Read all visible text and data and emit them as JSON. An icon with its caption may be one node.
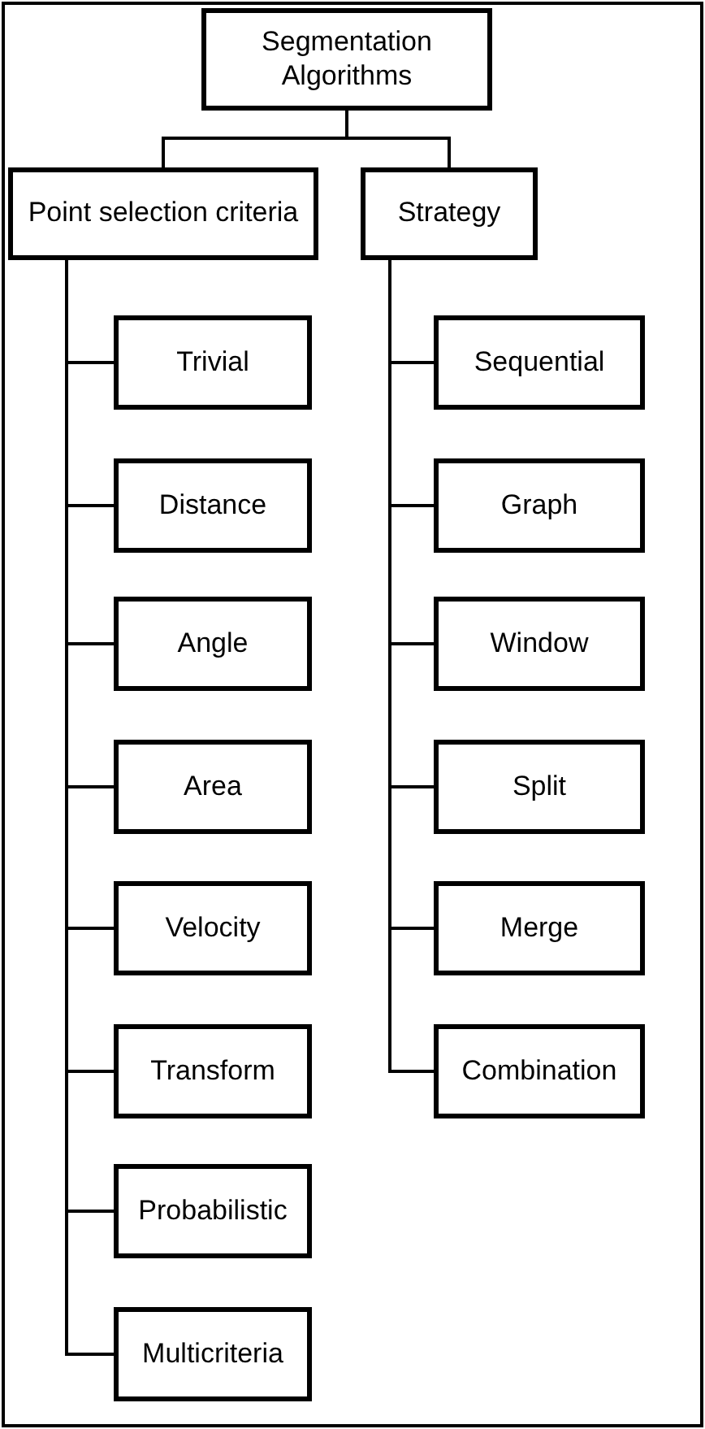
{
  "diagram": {
    "nodes": [
      {
        "text": [
          "Segmentation Algorithms"
        ]
      },
      {
        "text": [
          "Point selection criteria"
        ]
      },
      {
        "text": [
          "Strategy"
        ]
      },
      {
        "text": [
          "Trivial"
        ]
      },
      {
        "text": [
          "Distance"
        ]
      },
      {
        "text": [
          "Angle"
        ]
      },
      {
        "text": [
          "Area"
        ]
      },
      {
        "text": [
          "Velocity"
        ]
      },
      {
        "text": [
          "Transform"
        ]
      },
      {
        "text": [
          "Probabilistic"
        ]
      },
      {
        "text": [
          "Multicriteria"
        ]
      },
      {
        "text": [
          "Sequential"
        ]
      },
      {
        "text": [
          "Graph"
        ]
      },
      {
        "text": [
          "Window"
        ]
      },
      {
        "text": [
          "Split"
        ]
      },
      {
        "text": [
          "Merge"
        ]
      },
      {
        "text": [
          "Combination"
        ]
      }
    ],
    "edges": [
      {
        "from": 0,
        "to": 1,
        "arrow": "none"
      },
      {
        "from": 0,
        "to": 2,
        "arrow": "none"
      },
      {
        "from": 1,
        "to": 3,
        "arrow": "none"
      },
      {
        "from": 1,
        "to": 4,
        "arrow": "none"
      },
      {
        "from": 1,
        "to": 5,
        "arrow": "none"
      },
      {
        "from": 1,
        "to": 6,
        "arrow": "none"
      },
      {
        "from": 1,
        "to": 7,
        "arrow": "none"
      },
      {
        "from": 1,
        "to": 8,
        "arrow": "none"
      },
      {
        "from": 1,
        "to": 9,
        "arrow": "none"
      },
      {
        "from": 1,
        "to": 10,
        "arrow": "none"
      },
      {
        "from": 2,
        "to": 11,
        "arrow": "none"
      },
      {
        "from": 2,
        "to": 12,
        "arrow": "none"
      },
      {
        "from": 2,
        "to": 13,
        "arrow": "none"
      },
      {
        "from": 2,
        "to": 14,
        "arrow": "none"
      },
      {
        "from": 2,
        "to": 15,
        "arrow": "none"
      },
      {
        "from": 2,
        "to": 16,
        "arrow": "none"
      }
    ]
  }
}
